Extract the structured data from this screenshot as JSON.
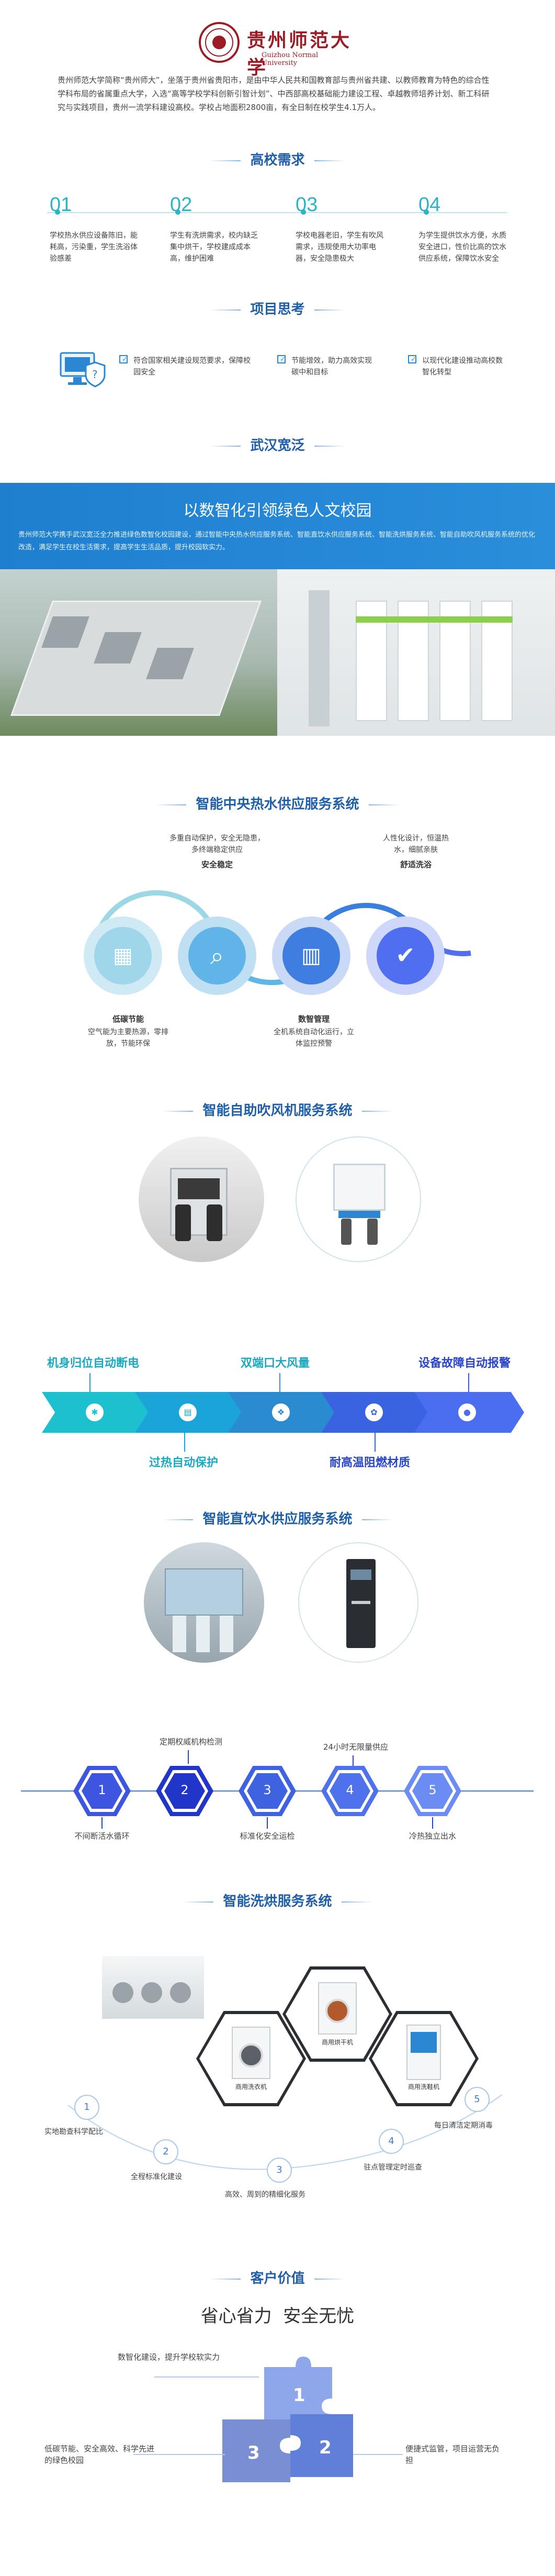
{
  "header": {
    "logo_text": "贵州师范大学",
    "logo_sub": "Guizhou Normal University",
    "intro": "贵州师范大学简称“贵州师大”，坐落于贵州省贵阳市，是由中华人民共和国教育部与贵州省共建、以教师教育为特色的综合性学科布局的省属重点大学，入选“高等学校学科创新引智计划”、中西部高校基础能力建设工程、卓越教师培养计划、新工科研究与实践项目，贵州一流学科建设高校。学校占地面积2800亩，有全日制在校学生4.1万人。"
  },
  "needs": {
    "title": "高校需求",
    "items": [
      {
        "num": "01",
        "text": "学校热水供应设备陈旧，能耗高，污染重，学生洗浴体验感差"
      },
      {
        "num": "02",
        "text": "学生有洗烘需求，校内缺乏集中烘干，学校建成成本高，维护困难"
      },
      {
        "num": "03",
        "text": "学校电器老旧，学生有吹风需求，违规使用大功率电器，安全隐患极大"
      },
      {
        "num": "04",
        "text": "为学生提供饮水方便，水质安全进口，性价比高的饮水供应系统，保障饮水安全"
      }
    ]
  },
  "thinking": {
    "title": "项目思考",
    "items": [
      "符合国家相关建设规范要求，保障校园安全",
      "节能增效，助力高效实现碳中和目标",
      "以现代化建设推动高校数智化转型"
    ]
  },
  "wuhan": {
    "title": "武汉宽泛",
    "banner_title": "以数智化引领绿色人文校园",
    "banner_text": "贵州师范大学携手武汉宽泛全力推进绿色数智化校园建设，通过智能中央热水供应服务系统、智能直饮水供应服务系统、智能洗烘服务系统、智能自助吹风机服务系统的优化改造，满足学生在校生活需求，提高学生生活品质，提升校园软实力。"
  },
  "hotwater": {
    "title": "智能中央热水供应服务系统",
    "top1_desc": "多重自动保护，安全无隐患，多终端稳定供应",
    "top1_label": "安全稳定",
    "top2_desc": "人性化设计，恒温热水，细腻亲肤",
    "top2_label": "舒适洗浴",
    "bot1_label": "低碳节能",
    "bot1_desc": "空气能为主要热源，零排放，节能环保",
    "bot2_label": "数智管理",
    "bot2_desc": "全机系统自动化运行，立体监控预警"
  },
  "hairdryer": {
    "title": "智能自助吹风机服务系统",
    "features_top": [
      "机身归位自动断电",
      "双端口大风量",
      "设备故障自动报警"
    ],
    "features_bottom": [
      "过热自动保护",
      "耐高温阻燃材质"
    ]
  },
  "water": {
    "title": "智能直饮水供应服务系统",
    "top_labels": [
      "定期权威机构检测",
      "24小时无限量供应"
    ],
    "hex_nums": [
      "1",
      "2",
      "3",
      "4",
      "5"
    ],
    "bottom_labels": [
      "不间断活水循环",
      "标准化安全运检",
      "冷热独立出水"
    ]
  },
  "laundry": {
    "title": "智能洗烘服务系统",
    "machine_labels": [
      "商用洗衣机",
      "商用烘干机",
      "商用洗鞋机"
    ],
    "steps": [
      {
        "num": "1",
        "text": "实地勘查科学配比"
      },
      {
        "num": "2",
        "text": "全程标准化建设"
      },
      {
        "num": "3",
        "text": "高效、周到的精细化服务"
      },
      {
        "num": "4",
        "text": "驻点管理定时巡查"
      },
      {
        "num": "5",
        "text": "每日清洁定期消毒"
      }
    ]
  },
  "value": {
    "title": "客户价值",
    "slogan": "省心省力  安全无忧",
    "items": [
      {
        "num": "1",
        "text": "数智化建设，提升学校软实力"
      },
      {
        "num": "2",
        "text": "便捷式监管，项目运营无负担"
      },
      {
        "num": "3",
        "text": "低碳节能、安全高效、科学先进的绿色校园"
      }
    ]
  }
}
